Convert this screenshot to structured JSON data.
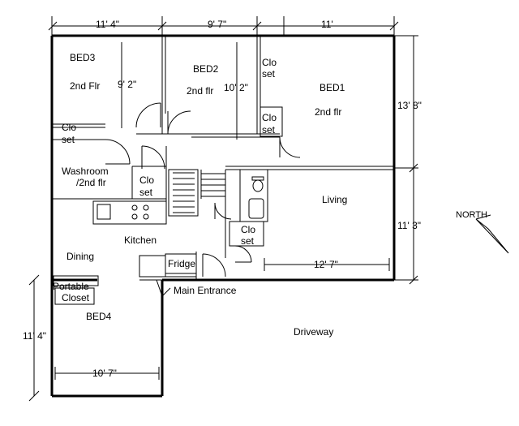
{
  "rooms": {
    "bed3": "BED3",
    "bed3_floor": "2nd Flr",
    "bed2": "BED2",
    "bed2_floor": "2nd flr",
    "bed1": "BED1",
    "bed1_floor": "2nd flr",
    "washroom_line1": "Washroom",
    "washroom_line2": "/2nd flr",
    "living": "Living",
    "kitchen": "Kitchen",
    "dining": "Dining",
    "bed4": "BED4",
    "driveway": "Driveway",
    "main_entrance": "Main Entrance",
    "fridge": "Fridge",
    "portable_closet_line1": "Portable",
    "portable_closet_line2": "Closet"
  },
  "closets": {
    "bed3_line1": "Clo",
    "bed3_line2": "set",
    "bed2_line1": "Clo",
    "bed2_line2": "set",
    "bed1_line1": "Clo",
    "bed1_line2": "set",
    "wash_line1": "Clo",
    "wash_line2": "set",
    "living_line1": "Clo",
    "living_line2": "set"
  },
  "dimensions": {
    "top_bed3": "11' 4\"",
    "top_bed2": "9' 7\"",
    "top_bed1": "11'",
    "bed3_depth": "9' 2\"",
    "bed2_depth": "10' 2\"",
    "right_upper": "13' 8\"",
    "right_lower": "11' 3\"",
    "living_width": "12' 7\"",
    "bed4_height": "11' 4\"",
    "bed4_width": "10' 7\""
  },
  "compass": {
    "label": "NORTH"
  }
}
